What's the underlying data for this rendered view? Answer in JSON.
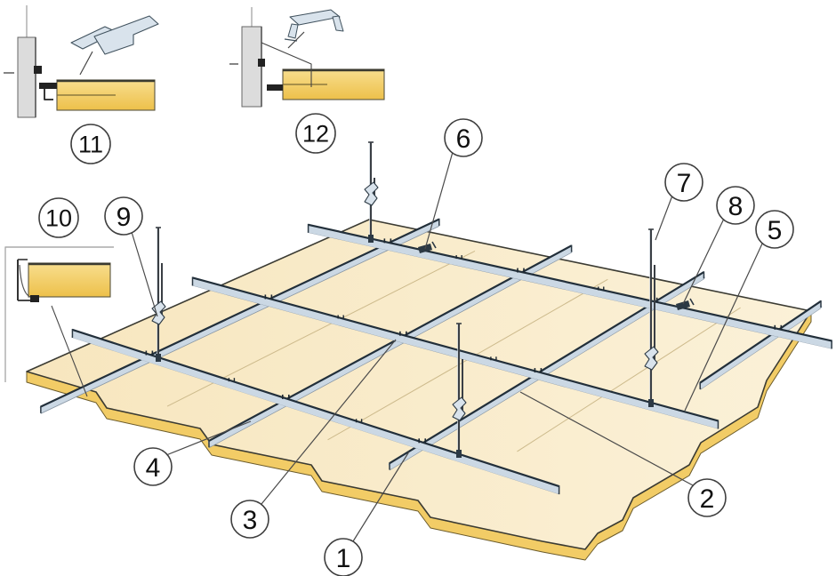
{
  "diagram": {
    "kind": "suspended-ceiling-assembly-diagram",
    "callouts": [
      {
        "label": "1"
      },
      {
        "label": "2"
      },
      {
        "label": "3"
      },
      {
        "label": "4"
      },
      {
        "label": "5"
      },
      {
        "label": "6"
      },
      {
        "label": "7"
      },
      {
        "label": "8"
      },
      {
        "label": "9"
      },
      {
        "label": "10"
      },
      {
        "label": "11"
      },
      {
        "label": "12"
      }
    ],
    "colors": {
      "background": "#FFFFFF",
      "panel_face": "#F7E6BE",
      "panel_face_light": "#FBF1D8",
      "panel_edge_band": "#F2CC66",
      "inset_panel_top": "#F8DE8E",
      "inset_panel_bottom": "#EDC04A",
      "profile_fill": "#CBD8E4",
      "profile_top_edge": "#222F3A",
      "profile_under_edge": "#8795A3",
      "clip_fill": "#D9E3EC",
      "wall_fill": "#DCDCDC",
      "line": "#4A4A4A",
      "dark": "#2C3944",
      "seam": "#CDBA8C",
      "band_outline": "#6B5B2B",
      "panel_outline": "#3B3B33"
    }
  }
}
